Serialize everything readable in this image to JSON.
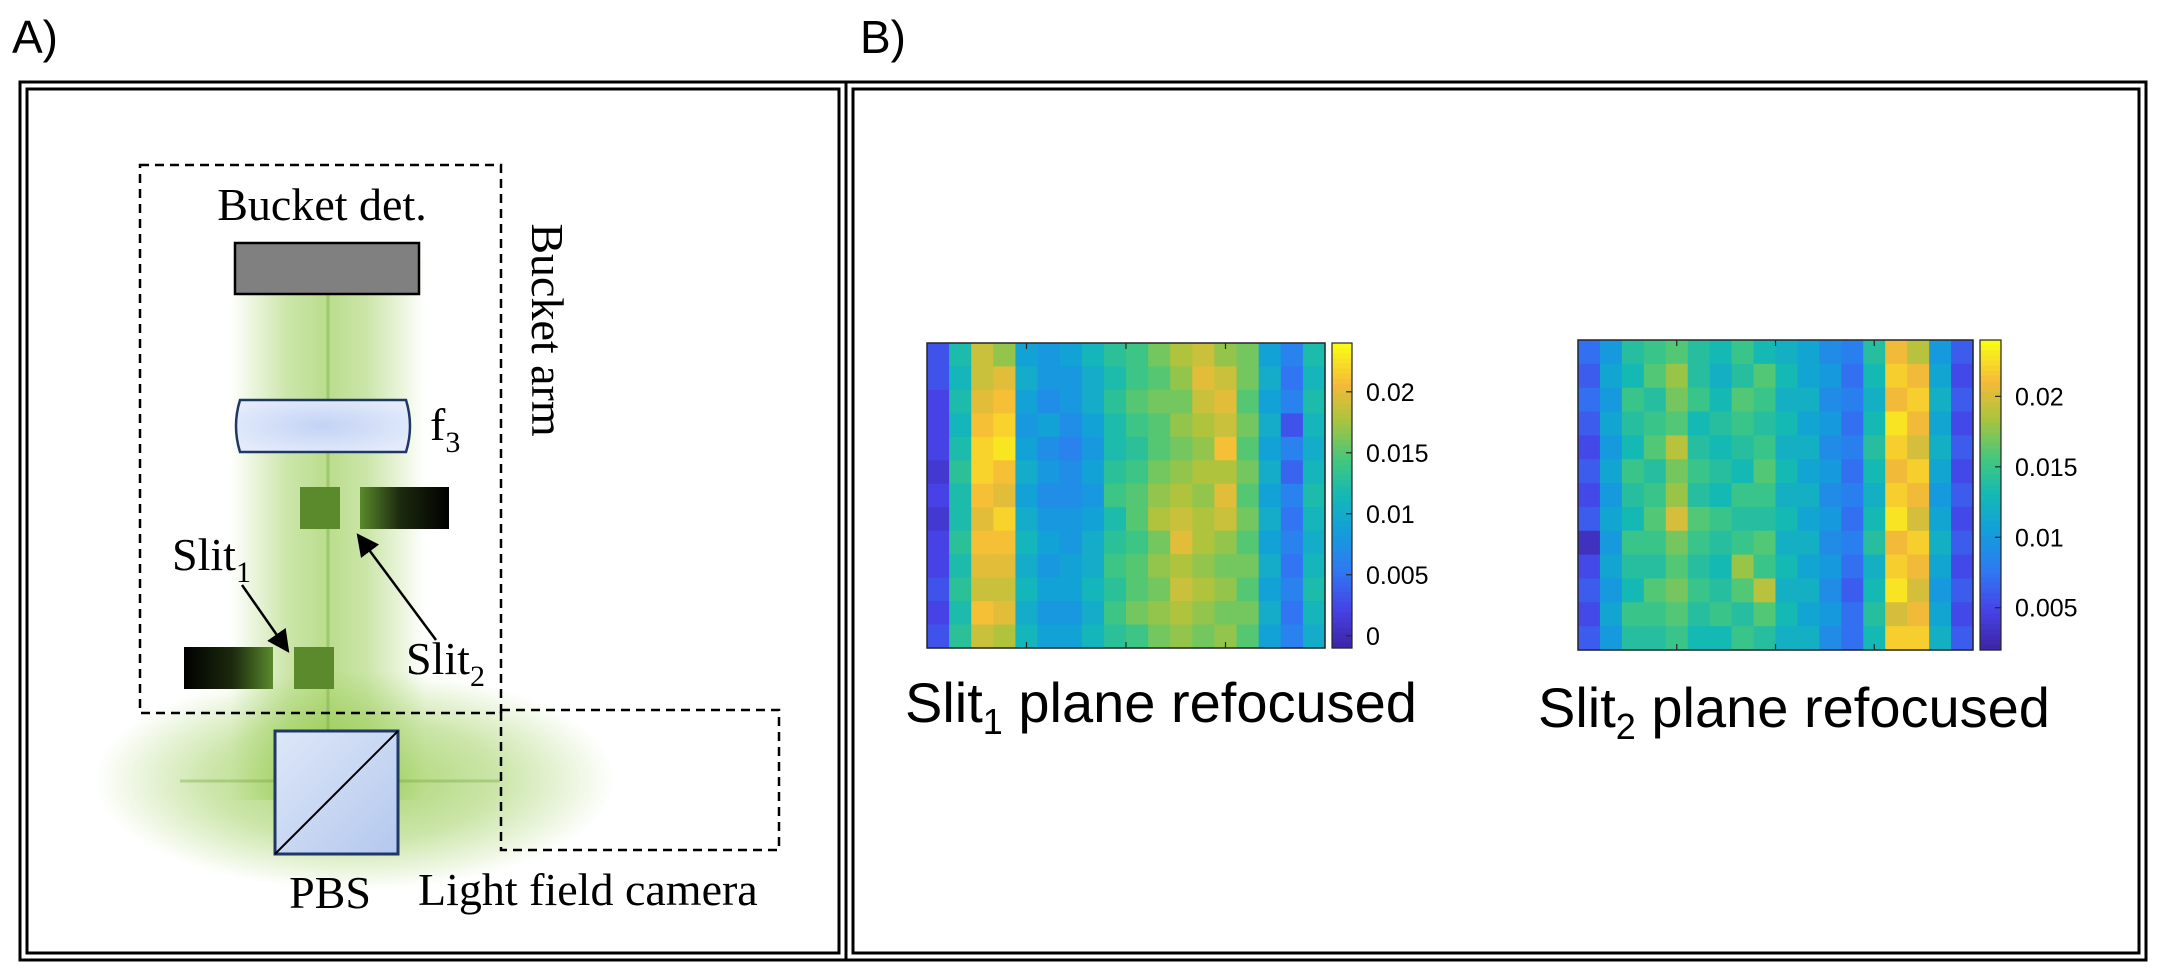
{
  "panels": {
    "a_label": "A)",
    "b_label": "B)"
  },
  "setup": {
    "bucket_detector": "Bucket det.",
    "lens": "f",
    "lens_sub": "3",
    "arm": "Bucket arm",
    "slit1": "Slit",
    "slit1_sub": "1",
    "slit2": "Slit",
    "slit2_sub": "2",
    "pbs": "PBS",
    "camera": "Light field camera"
  },
  "colors": {
    "beam": "#8cc63f",
    "detector": "#808080",
    "lens": "#dbe5fb",
    "pbs": "#c5d5f2",
    "slit": "#5a8a2c",
    "outline": "#1f3864"
  },
  "heatmap1": {
    "title": "Slit",
    "title_sub": "1",
    "title_rest": " plane refocused",
    "colorbar": {
      "ticks": [
        "0.02",
        "0.015",
        "0.01",
        "0.005",
        "0"
      ]
    }
  },
  "heatmap2": {
    "title": "Slit",
    "title_sub": "2",
    "title_rest": " plane refocused",
    "colorbar": {
      "ticks": [
        "0.02",
        "0.015",
        "0.01",
        "0.005"
      ]
    }
  },
  "chart_data": [
    {
      "type": "heatmap",
      "title": "Slit1 plane refocused",
      "colormap": "parula",
      "clim": [
        -0.001,
        0.024
      ],
      "colorbar_ticks": [
        0.02,
        0.015,
        0.01,
        0.005,
        0
      ],
      "z": [
        [
          0.003,
          0.012,
          0.019,
          0.017,
          0.009,
          0.008,
          0.009,
          0.011,
          0.013,
          0.014,
          0.016,
          0.018,
          0.019,
          0.017,
          0.016,
          0.009,
          0.006,
          0.012
        ],
        [
          0.003,
          0.011,
          0.019,
          0.02,
          0.01,
          0.008,
          0.008,
          0.01,
          0.012,
          0.014,
          0.015,
          0.017,
          0.02,
          0.019,
          0.016,
          0.01,
          0.005,
          0.011
        ],
        [
          0.002,
          0.012,
          0.02,
          0.021,
          0.009,
          0.007,
          0.008,
          0.01,
          0.013,
          0.015,
          0.016,
          0.016,
          0.019,
          0.02,
          0.015,
          0.009,
          0.006,
          0.012
        ],
        [
          0.002,
          0.011,
          0.021,
          0.022,
          0.008,
          0.009,
          0.007,
          0.009,
          0.012,
          0.014,
          0.015,
          0.017,
          0.018,
          0.019,
          0.016,
          0.01,
          0.003,
          0.011
        ],
        [
          0.002,
          0.012,
          0.022,
          0.023,
          0.009,
          0.007,
          0.006,
          0.008,
          0.012,
          0.013,
          0.015,
          0.016,
          0.017,
          0.021,
          0.015,
          0.009,
          0.006,
          0.01
        ],
        [
          0.001,
          0.013,
          0.022,
          0.021,
          0.01,
          0.008,
          0.007,
          0.009,
          0.013,
          0.014,
          0.016,
          0.017,
          0.018,
          0.018,
          0.016,
          0.01,
          0.004,
          0.011
        ],
        [
          0.002,
          0.012,
          0.021,
          0.02,
          0.009,
          0.007,
          0.007,
          0.008,
          0.014,
          0.015,
          0.017,
          0.018,
          0.017,
          0.02,
          0.015,
          0.009,
          0.006,
          0.012
        ],
        [
          0.001,
          0.012,
          0.02,
          0.022,
          0.01,
          0.008,
          0.008,
          0.009,
          0.012,
          0.015,
          0.018,
          0.019,
          0.018,
          0.019,
          0.016,
          0.01,
          0.005,
          0.011
        ],
        [
          0.002,
          0.013,
          0.021,
          0.021,
          0.011,
          0.009,
          0.008,
          0.01,
          0.013,
          0.014,
          0.016,
          0.02,
          0.018,
          0.017,
          0.015,
          0.009,
          0.006,
          0.01
        ],
        [
          0.002,
          0.012,
          0.02,
          0.02,
          0.01,
          0.008,
          0.009,
          0.01,
          0.014,
          0.015,
          0.017,
          0.018,
          0.017,
          0.016,
          0.016,
          0.01,
          0.005,
          0.011
        ],
        [
          0.003,
          0.013,
          0.019,
          0.019,
          0.011,
          0.009,
          0.009,
          0.011,
          0.013,
          0.015,
          0.016,
          0.019,
          0.018,
          0.017,
          0.015,
          0.009,
          0.006,
          0.012
        ],
        [
          0.002,
          0.012,
          0.021,
          0.02,
          0.01,
          0.008,
          0.008,
          0.01,
          0.014,
          0.016,
          0.017,
          0.018,
          0.017,
          0.016,
          0.016,
          0.01,
          0.005,
          0.011
        ],
        [
          0.003,
          0.013,
          0.019,
          0.018,
          0.011,
          0.009,
          0.009,
          0.011,
          0.013,
          0.014,
          0.016,
          0.017,
          0.016,
          0.017,
          0.015,
          0.009,
          0.006,
          0.01
        ]
      ]
    },
    {
      "type": "heatmap",
      "title": "Slit2 plane refocused",
      "colormap": "parula",
      "clim": [
        0.002,
        0.024
      ],
      "colorbar_ticks": [
        0.02,
        0.015,
        0.01,
        0.005
      ],
      "z": [
        [
          0.007,
          0.01,
          0.014,
          0.015,
          0.016,
          0.014,
          0.013,
          0.015,
          0.013,
          0.012,
          0.011,
          0.009,
          0.008,
          0.014,
          0.021,
          0.019,
          0.01,
          0.006
        ],
        [
          0.006,
          0.011,
          0.013,
          0.016,
          0.018,
          0.014,
          0.012,
          0.014,
          0.016,
          0.013,
          0.011,
          0.01,
          0.007,
          0.013,
          0.022,
          0.021,
          0.011,
          0.005
        ],
        [
          0.007,
          0.01,
          0.015,
          0.014,
          0.017,
          0.015,
          0.013,
          0.016,
          0.015,
          0.012,
          0.012,
          0.009,
          0.008,
          0.012,
          0.021,
          0.022,
          0.012,
          0.006
        ],
        [
          0.006,
          0.011,
          0.014,
          0.015,
          0.016,
          0.013,
          0.014,
          0.015,
          0.014,
          0.013,
          0.011,
          0.01,
          0.007,
          0.013,
          0.023,
          0.021,
          0.011,
          0.005
        ],
        [
          0.005,
          0.01,
          0.013,
          0.016,
          0.019,
          0.014,
          0.013,
          0.014,
          0.015,
          0.012,
          0.012,
          0.009,
          0.008,
          0.014,
          0.022,
          0.02,
          0.012,
          0.006
        ],
        [
          0.006,
          0.011,
          0.015,
          0.014,
          0.017,
          0.015,
          0.014,
          0.013,
          0.016,
          0.013,
          0.011,
          0.01,
          0.007,
          0.013,
          0.021,
          0.022,
          0.011,
          0.005
        ],
        [
          0.005,
          0.01,
          0.014,
          0.015,
          0.018,
          0.014,
          0.013,
          0.015,
          0.015,
          0.012,
          0.012,
          0.009,
          0.008,
          0.012,
          0.022,
          0.021,
          0.01,
          0.006
        ],
        [
          0.006,
          0.011,
          0.013,
          0.016,
          0.02,
          0.016,
          0.015,
          0.014,
          0.014,
          0.013,
          0.011,
          0.01,
          0.007,
          0.013,
          0.023,
          0.02,
          0.011,
          0.005
        ],
        [
          0.003,
          0.01,
          0.015,
          0.015,
          0.017,
          0.015,
          0.014,
          0.015,
          0.016,
          0.012,
          0.012,
          0.009,
          0.008,
          0.014,
          0.021,
          0.022,
          0.012,
          0.006
        ],
        [
          0.005,
          0.011,
          0.014,
          0.014,
          0.016,
          0.014,
          0.013,
          0.018,
          0.015,
          0.013,
          0.011,
          0.01,
          0.007,
          0.012,
          0.022,
          0.021,
          0.011,
          0.005
        ],
        [
          0.006,
          0.01,
          0.013,
          0.016,
          0.017,
          0.015,
          0.014,
          0.016,
          0.019,
          0.012,
          0.012,
          0.009,
          0.006,
          0.013,
          0.023,
          0.02,
          0.01,
          0.006
        ],
        [
          0.005,
          0.011,
          0.015,
          0.015,
          0.016,
          0.014,
          0.015,
          0.014,
          0.016,
          0.013,
          0.011,
          0.01,
          0.007,
          0.014,
          0.02,
          0.021,
          0.011,
          0.005
        ],
        [
          0.006,
          0.01,
          0.014,
          0.014,
          0.015,
          0.013,
          0.013,
          0.015,
          0.014,
          0.012,
          0.012,
          0.009,
          0.007,
          0.013,
          0.022,
          0.022,
          0.012,
          0.006
        ]
      ]
    }
  ]
}
